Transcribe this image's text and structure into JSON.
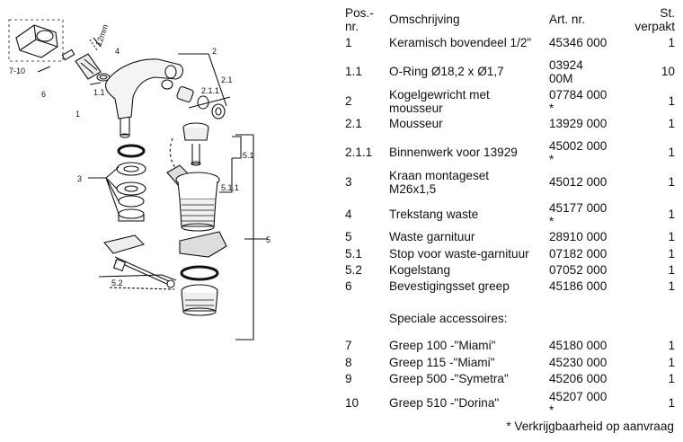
{
  "diagram": {
    "labels": {
      "l7_10": "7-10",
      "l6": "6",
      "l1_1": "1.1",
      "l1": "1",
      "l4": "4",
      "l2": "2",
      "l2_1": "2.1",
      "l2_1_1": "2.1.1",
      "l3": "3",
      "l5_1": "5.1",
      "l5_1_1": "5.1.1",
      "l5": "5",
      "l5_2": "5.2",
      "l12mm": "12mm"
    }
  },
  "table": {
    "headers": {
      "pos": "Pos.-\nnr.",
      "desc": "Omschrijving",
      "art": "Art. nr.",
      "qty": "St.\nverpakt"
    },
    "rows": [
      {
        "pos": "1",
        "desc": "Keramisch bovendeel 1/2\"",
        "art": "45346 000",
        "qty": "1"
      },
      {
        "pos": "1.1",
        "desc": "O-Ring Ø18,2 x Ø1,7",
        "art": "03924\n00M",
        "qty": "10"
      },
      {
        "pos": "2",
        "desc": "Kogelgewricht met\nmousseur",
        "art": "07784 000\n*",
        "qty": "1"
      },
      {
        "pos": "2.1",
        "desc": "Mousseur",
        "art": "13929 000",
        "qty": "1"
      },
      {
        "pos": "2.1.1",
        "desc": "Binnenwerk voor 13929",
        "art": "45002 000\n*",
        "qty": "1"
      },
      {
        "pos": "3",
        "desc": "Kraan montageset\nM26x1,5",
        "art": "45012 000",
        "qty": "1"
      },
      {
        "pos": "4",
        "desc": "Trekstang waste",
        "art": "45177 000\n*",
        "qty": "1"
      },
      {
        "pos": "5",
        "desc": "Waste garnituur",
        "art": "28910 000",
        "qty": "1"
      },
      {
        "pos": "5.1",
        "desc": "Stop voor waste-garnituur",
        "art": "07182 000",
        "qty": "1"
      },
      {
        "pos": "5.2",
        "desc": "Kogelstang",
        "art": "07052 000",
        "qty": "1"
      },
      {
        "pos": "6",
        "desc": "Bevestigingsset greep",
        "art": "45186 000",
        "qty": "1"
      }
    ],
    "section_title": "Speciale accessoires:",
    "accessories": [
      {
        "pos": "7",
        "desc": "Greep 100 -\"Miami\"",
        "art": "45180 000",
        "qty": "1"
      },
      {
        "pos": "8",
        "desc": "Greep 115 -\"Miami\"",
        "art": "45230 000",
        "qty": "1"
      },
      {
        "pos": "9",
        "desc": "Greep 500 -\"Symetra\"",
        "art": "45206 000",
        "qty": "1"
      },
      {
        "pos": "10",
        "desc": "Greep 510 -\"Dorina\"",
        "art": "45207 000\n*",
        "qty": "1"
      }
    ],
    "footnote": "* Verkrijgbaarheid op aanvraag"
  }
}
